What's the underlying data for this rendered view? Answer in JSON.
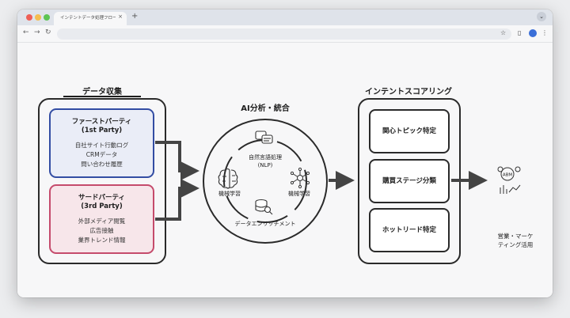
{
  "browser": {
    "tab_title": "インテントデータ処理フロー",
    "tab_close": "×",
    "new_tab": "+",
    "tab_menu": "⌄",
    "back": "←",
    "forward": "→",
    "reload": "↻",
    "bookmark": "☆",
    "sidepanel": "▯",
    "menu": "⋮"
  },
  "diagram": {
    "collection": {
      "heading": "データ収集",
      "first_party": {
        "title": "ファーストパーティ",
        "subtitle": "(1st Party)",
        "items": [
          "自社サイト行動ログ",
          "CRMデータ",
          "問い合わせ履歴"
        ]
      },
      "third_party": {
        "title": "サードパーティ",
        "subtitle": "(3rd Party)",
        "items": [
          "外部メディア閲覧",
          "広告接触",
          "業界トレンド情報"
        ]
      }
    },
    "ai": {
      "heading": "AI分析・統合",
      "nlp_label_1": "自然言語処理",
      "nlp_label_2": "(NLP)",
      "ml_left": "機械学習",
      "ml_right": "機械学習",
      "enrichment": "データエンリッチメント"
    },
    "scoring": {
      "heading": "インテントスコアリング",
      "items": [
        "関心トピック特定",
        "購買ステージ分類",
        "ホットリード特定"
      ]
    },
    "output": {
      "badge": "ABM",
      "label_1": "営業・マーケ",
      "label_2": "ティング活用"
    }
  }
}
